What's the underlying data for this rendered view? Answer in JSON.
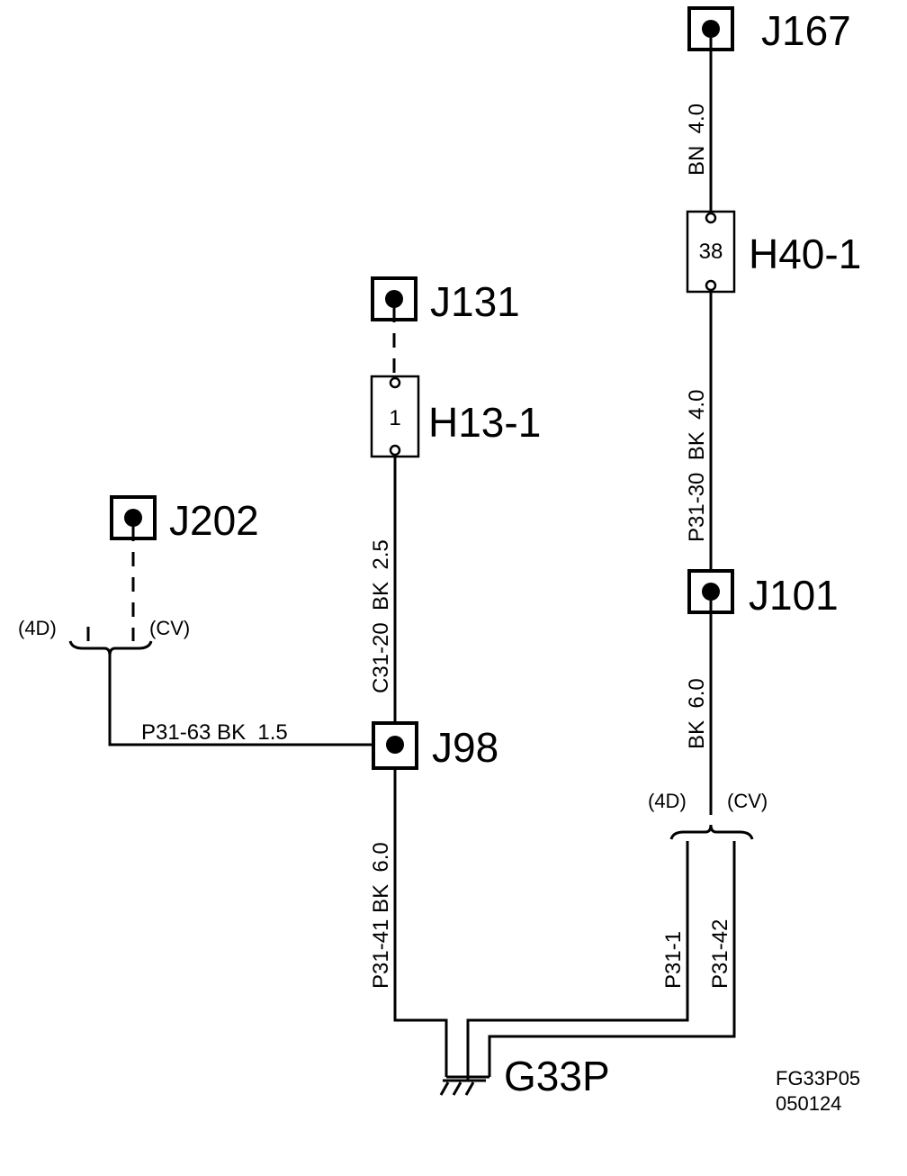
{
  "connectors": {
    "j167": "J167",
    "h40_1": {
      "label": "H40-1",
      "pin": "38"
    },
    "j131": "J131",
    "h13_1": {
      "label": "H13-1",
      "pin": "1"
    },
    "j202": "J202",
    "j101": "J101",
    "j98": "J98",
    "ground": "G33P"
  },
  "wires": {
    "j167_h40": "BN  4.0",
    "h40_j101": "P31-30  BK  4.0",
    "h13_j98": "C31-20  BK  2.5",
    "j202_j98": "P31-63 BK  1.5",
    "j98_ground": "P31-41 BK  6.0",
    "j101_split": "BK  6.0",
    "right_4d": "P31-1",
    "right_cv": "P31-42"
  },
  "variants": {
    "left_4d": "(4D)",
    "left_cv": "(CV)",
    "right_4d": "(4D)",
    "right_cv": "(CV)"
  },
  "figure": {
    "id": "FG33P05",
    "date": "050124"
  }
}
